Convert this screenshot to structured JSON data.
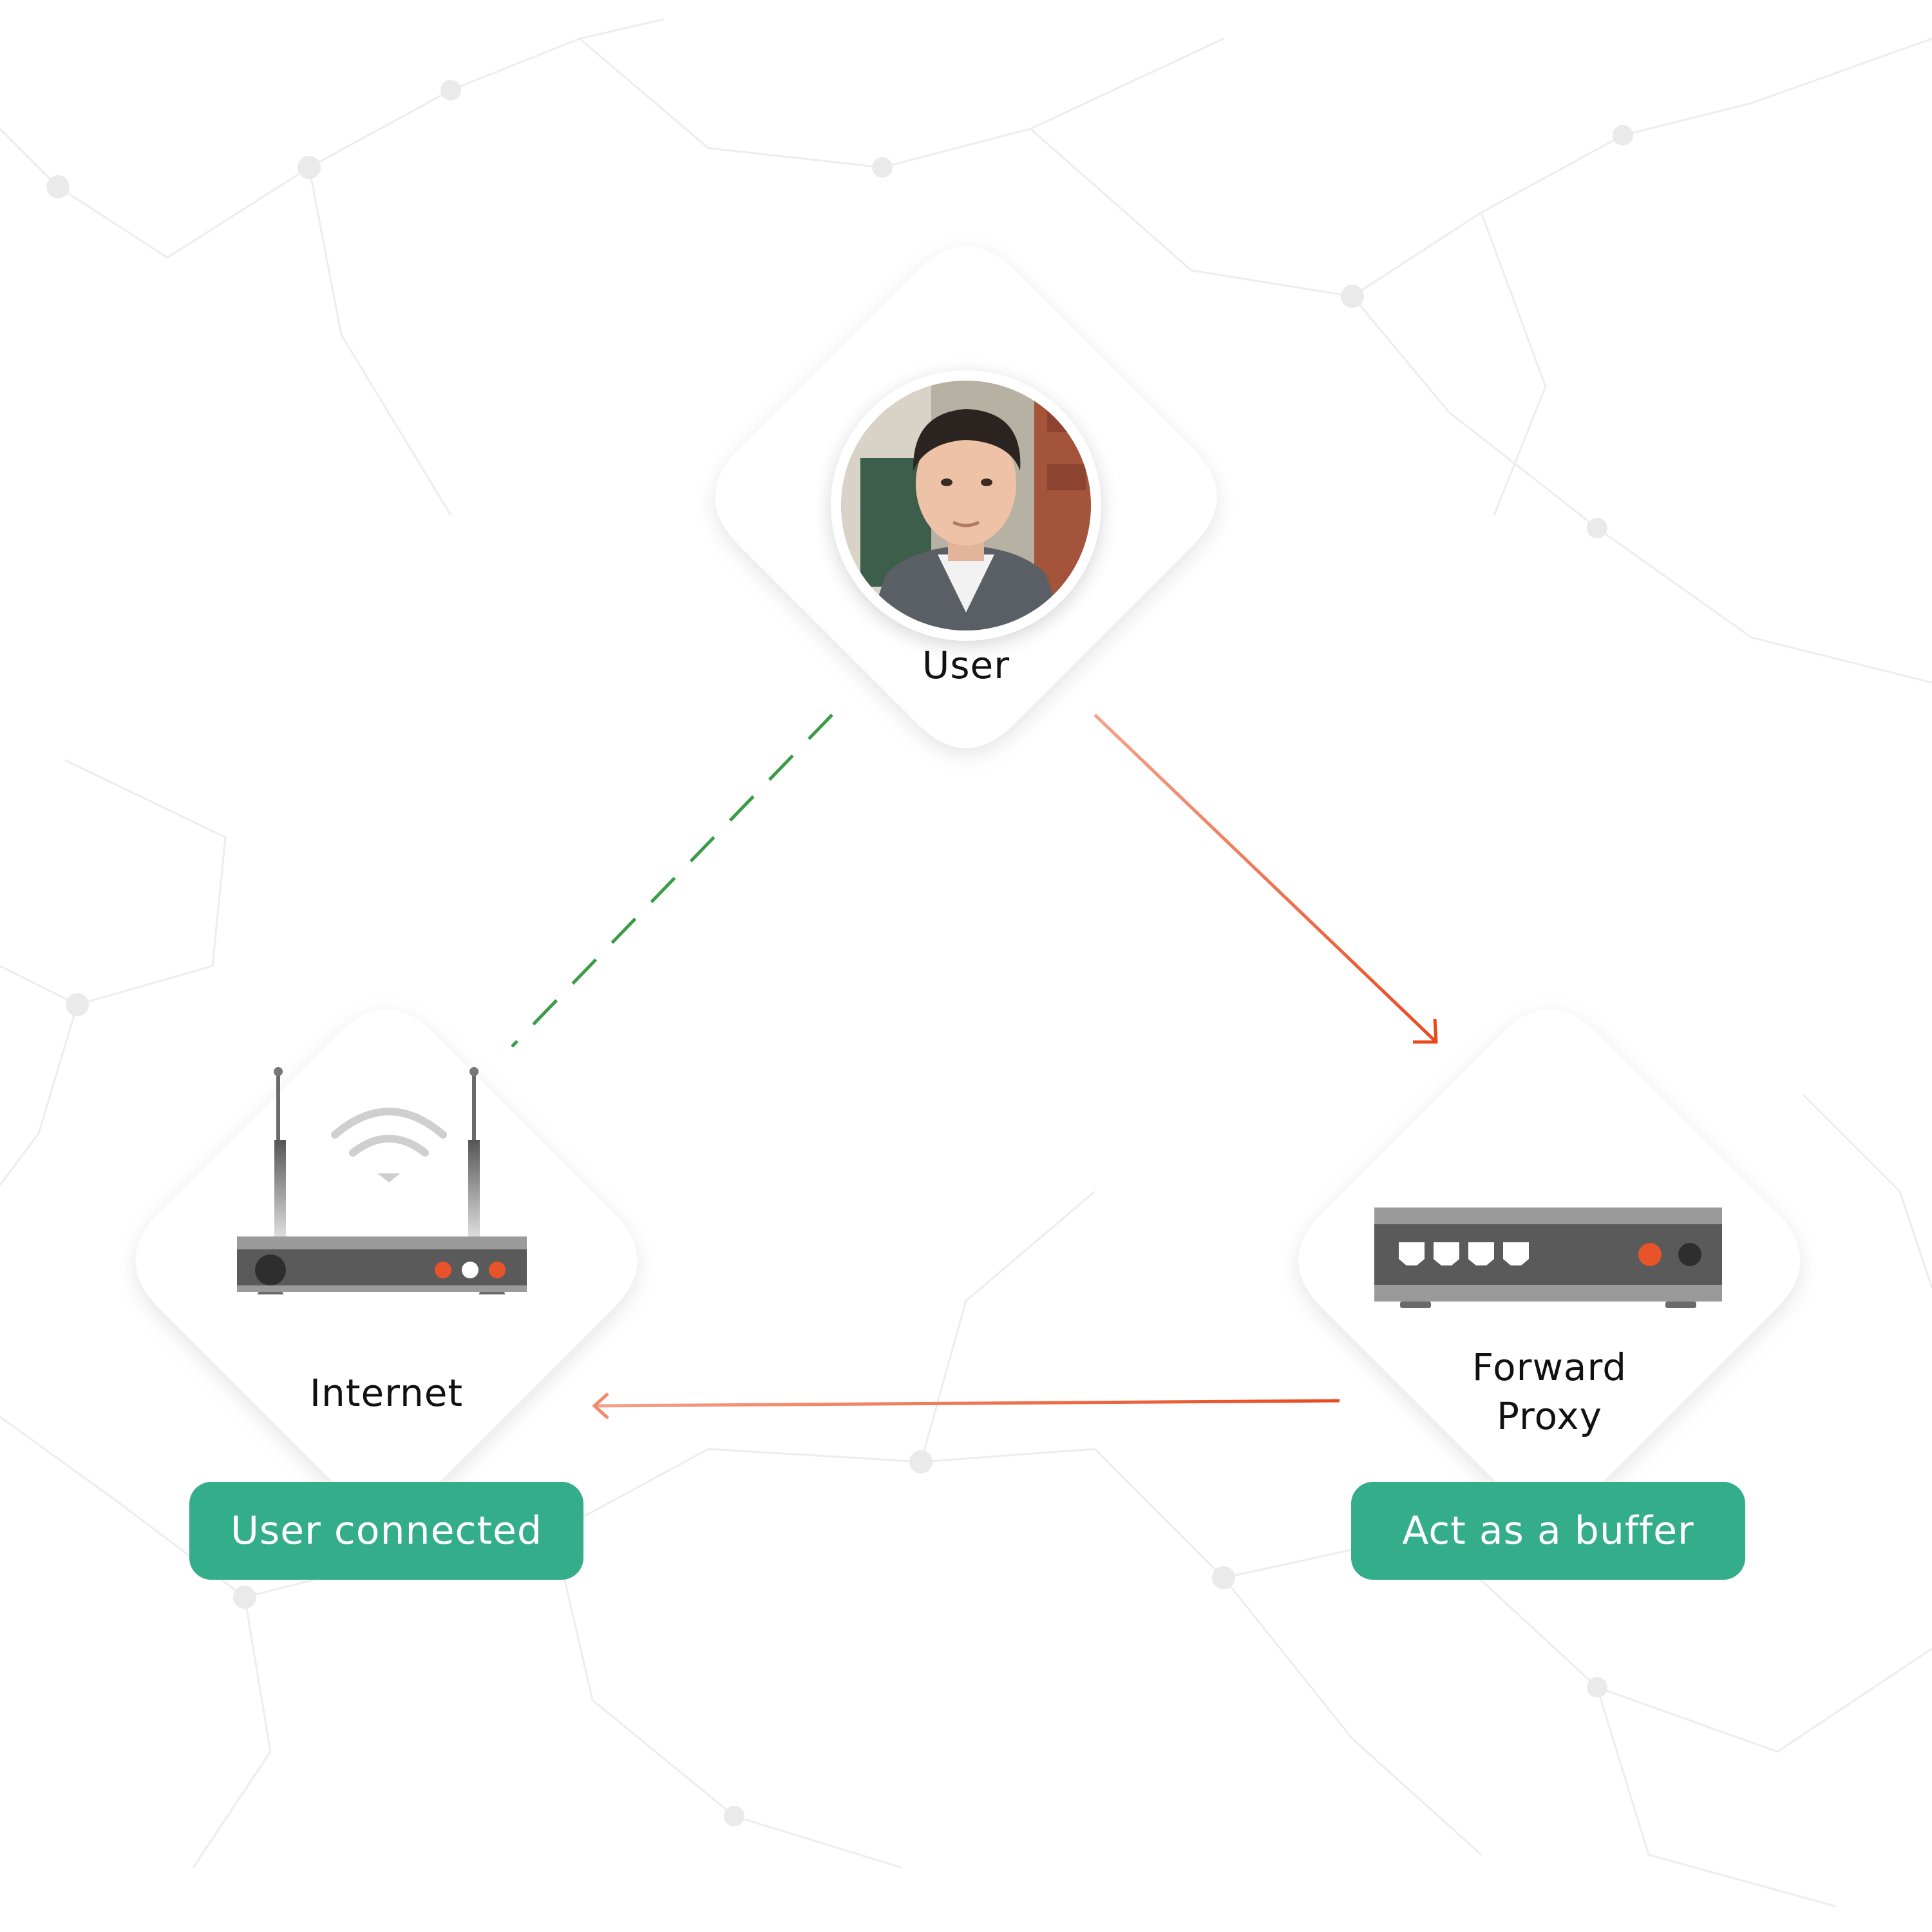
{
  "nodes": {
    "user": {
      "label": "User"
    },
    "internet": {
      "label": "Internet"
    },
    "proxy": {
      "label": "Forward\nProxy"
    }
  },
  "tags": {
    "internet": "User connected",
    "proxy": "Act as a buffer"
  },
  "edges": [
    {
      "from": "User",
      "to": "Internet",
      "style": "dashed",
      "color": "#3a9c46"
    },
    {
      "from": "User",
      "to": "Forward Proxy",
      "style": "solid-arrow",
      "color": "#e8532a"
    },
    {
      "from": "Forward Proxy",
      "to": "Internet",
      "style": "solid-arrow",
      "color": "#e8532a"
    }
  ],
  "colors": {
    "tag_bg": "#33ad8a",
    "accent_orange": "#e8532a",
    "accent_green": "#3a9c46",
    "device_body": "#5a5a5a",
    "device_trim": "#9a9a9a"
  },
  "icons": {
    "user": "user-avatar-photo",
    "internet": "wifi-router-icon",
    "proxy": "network-switch-icon"
  }
}
